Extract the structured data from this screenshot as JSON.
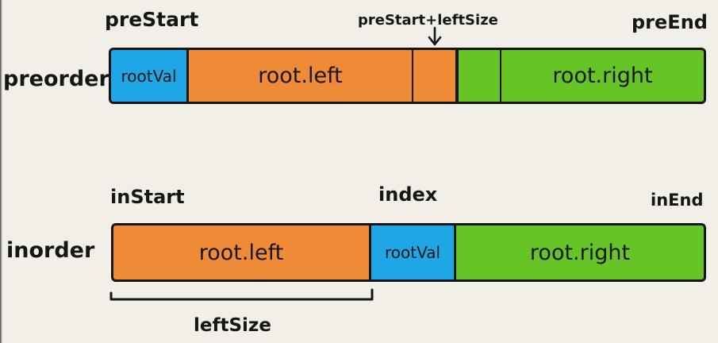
{
  "colors": {
    "bg": "#f2efe8",
    "ink": "#161616",
    "blue": "#1fa6e6",
    "orange": "#ef8b36",
    "green": "#67c426"
  },
  "preorder": {
    "row_label": "preorder",
    "start_label": "preStart",
    "mid_label": "preStart+leftSize",
    "end_label": "preEnd",
    "segments": [
      {
        "label": "rootVal",
        "color": "blue"
      },
      {
        "label": "root.left",
        "color": "orange"
      },
      {
        "label": "",
        "color": "orange"
      },
      {
        "label": "",
        "color": "green"
      },
      {
        "label": "root.right",
        "color": "green"
      }
    ]
  },
  "inorder": {
    "row_label": "inorder",
    "start_label": "inStart",
    "mid_label": "index",
    "end_label": "inEnd",
    "bracket_label": "leftSize",
    "segments": [
      {
        "label": "root.left",
        "color": "orange"
      },
      {
        "label": "rootVal",
        "color": "blue"
      },
      {
        "label": "root.right",
        "color": "green"
      }
    ]
  }
}
